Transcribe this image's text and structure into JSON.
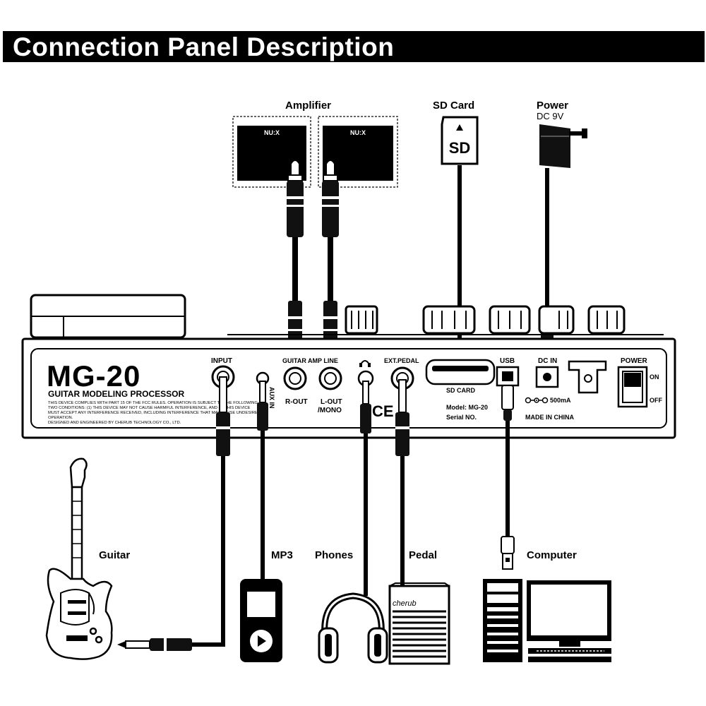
{
  "header": {
    "title": "Connection Panel Description"
  },
  "top_devices": {
    "amplifier": {
      "label": "Amplifier",
      "brand_left": "NU:X",
      "brand_right": "NU:X"
    },
    "sd_card": {
      "label": "SD Card",
      "card_text": "SD"
    },
    "power": {
      "label": "Power",
      "sublabel": "DC 9V"
    }
  },
  "panel": {
    "model": "MG-20",
    "subtitle": "GUITAR MODELING PROCESSOR",
    "fcc_lines": [
      "THIS DEVICE COMPLIES WITH PART 15 OF THE FCC RULES. OPERATION IS SUBJECT TO THE FOLLOWING",
      "TWO CONDITIONS: (1) THIS DEVICE MAY NOT CAUSE HARMFUL INTERFERENCE, AND (2) THIS DEVICE",
      "MUST ACCEPT ANY INTERFERENCE RECEIVED, INCLUDING INTERFERENCE THAT MAY CAUSE UNDESIRED",
      "OPERATION.",
      "DESIGNED AND ENGINEERED BY CHERUB TECHNOLOGY CO., LTD."
    ],
    "input": "INPUT",
    "aux_in": "AUX IN",
    "guitar_amp": "GUITAR AMP LINE",
    "r_out": "R-OUT",
    "l_out": "L-OUT",
    "mono": "/MONO",
    "ext_pedal": "EXT.PEDAL",
    "sd_slot": "SD CARD",
    "model_line": "Model: MG-20",
    "serial_line": "Serial NO.",
    "usb": "USB",
    "dc_in": "DC IN",
    "current": "500mA",
    "made_in": "MADE IN CHINA",
    "power_switch": "POWER",
    "on": "ON",
    "off": "OFF"
  },
  "bottom_devices": {
    "guitar": "Guitar",
    "mp3": "MP3",
    "phones": "Phones",
    "pedal": "Pedal",
    "pedal_brand": "cherub",
    "computer": "Computer"
  }
}
